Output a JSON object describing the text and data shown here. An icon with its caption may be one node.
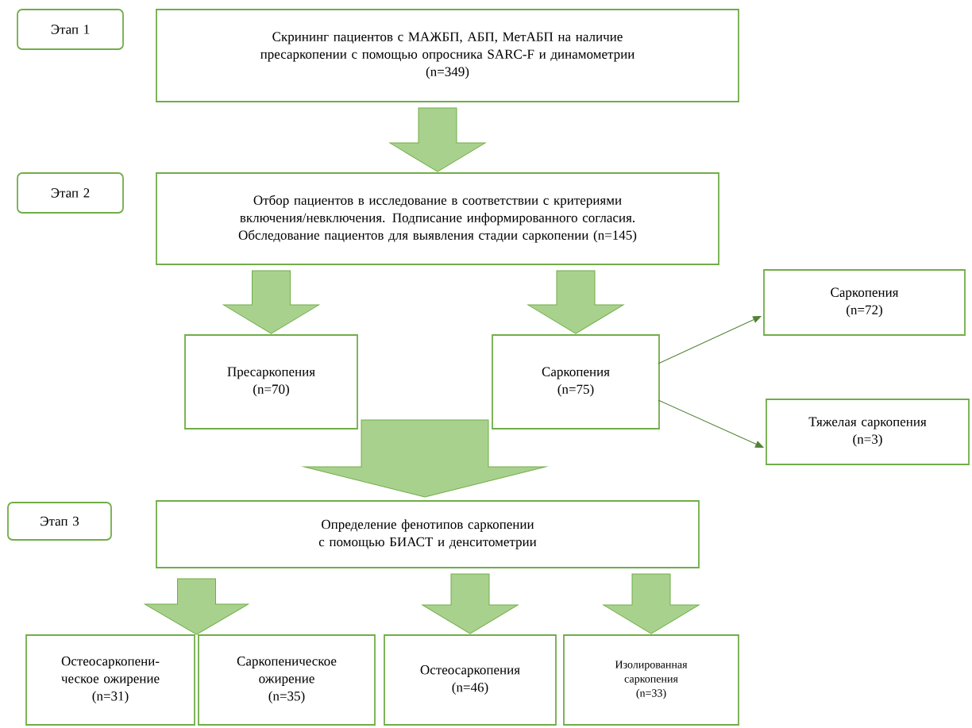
{
  "diagram": {
    "nodes": [
      {
        "text": [
          "Этап 1"
        ]
      },
      {
        "text": [
          "Скрининг пациентов с МАЖБП, АБП, МетАБП на наличие пресаркопении с помощью опросника SARC-F и динамометрии",
          "(n=349)"
        ]
      },
      {
        "text": [
          "Этап 2"
        ]
      },
      {
        "text": [
          "Отбор пациентов в исследование в соответствии с критериями включения/невключения. Подписание информированного согласия. Обследование пациентов для выявления стадии саркопении (n=145)"
        ]
      },
      {
        "text": [
          "Пресаркопения",
          "(n=70)"
        ]
      },
      {
        "text": [
          "Саркопения",
          "(n=75)"
        ]
      },
      {
        "text": [
          "Саркопения",
          "(n=72)"
        ]
      },
      {
        "text": [
          "Тяжелая саркопения",
          "(n=3)"
        ]
      },
      {
        "text": [
          "Этап 3"
        ]
      },
      {
        "text": [
          "Определение фенотипов саркопении с помощью БИАСТ и денситометрии"
        ]
      },
      {
        "text": [
          "Остеосаркопени-ческое ожирение",
          "(n=31)"
        ]
      },
      {
        "text": [
          "Саркопеническое ожирение",
          "(n=35)"
        ]
      },
      {
        "text": [
          "Остеосаркопения",
          "(n=46)"
        ]
      },
      {
        "text": [
          "Изолированная саркопения",
          "(n=33)"
        ]
      }
    ],
    "edges": [
      {
        "from": 1,
        "to": 3,
        "arrow": "to",
        "style": "thick"
      },
      {
        "from": 3,
        "to": 4,
        "arrow": "to",
        "style": "thick"
      },
      {
        "from": 3,
        "to": 5,
        "arrow": "to",
        "style": "thick"
      },
      {
        "from": 5,
        "to": 6,
        "arrow": "to",
        "color": "#548235"
      },
      {
        "from": 5,
        "to": 7,
        "arrow": "to",
        "color": "#548235"
      },
      {
        "from": 4,
        "to": 9,
        "arrow": "to",
        "style": "thick"
      },
      {
        "from": 5,
        "to": 9,
        "arrow": "to",
        "style": "thick"
      },
      {
        "from": 9,
        "to": 10,
        "arrow": "to",
        "style": "thick"
      },
      {
        "from": 9,
        "to": 11,
        "arrow": "to",
        "style": "thick"
      },
      {
        "from": 9,
        "to": 12,
        "arrow": "to",
        "style": "thick"
      },
      {
        "from": 9,
        "to": 13,
        "arrow": "to",
        "style": "thick"
      }
    ]
  }
}
